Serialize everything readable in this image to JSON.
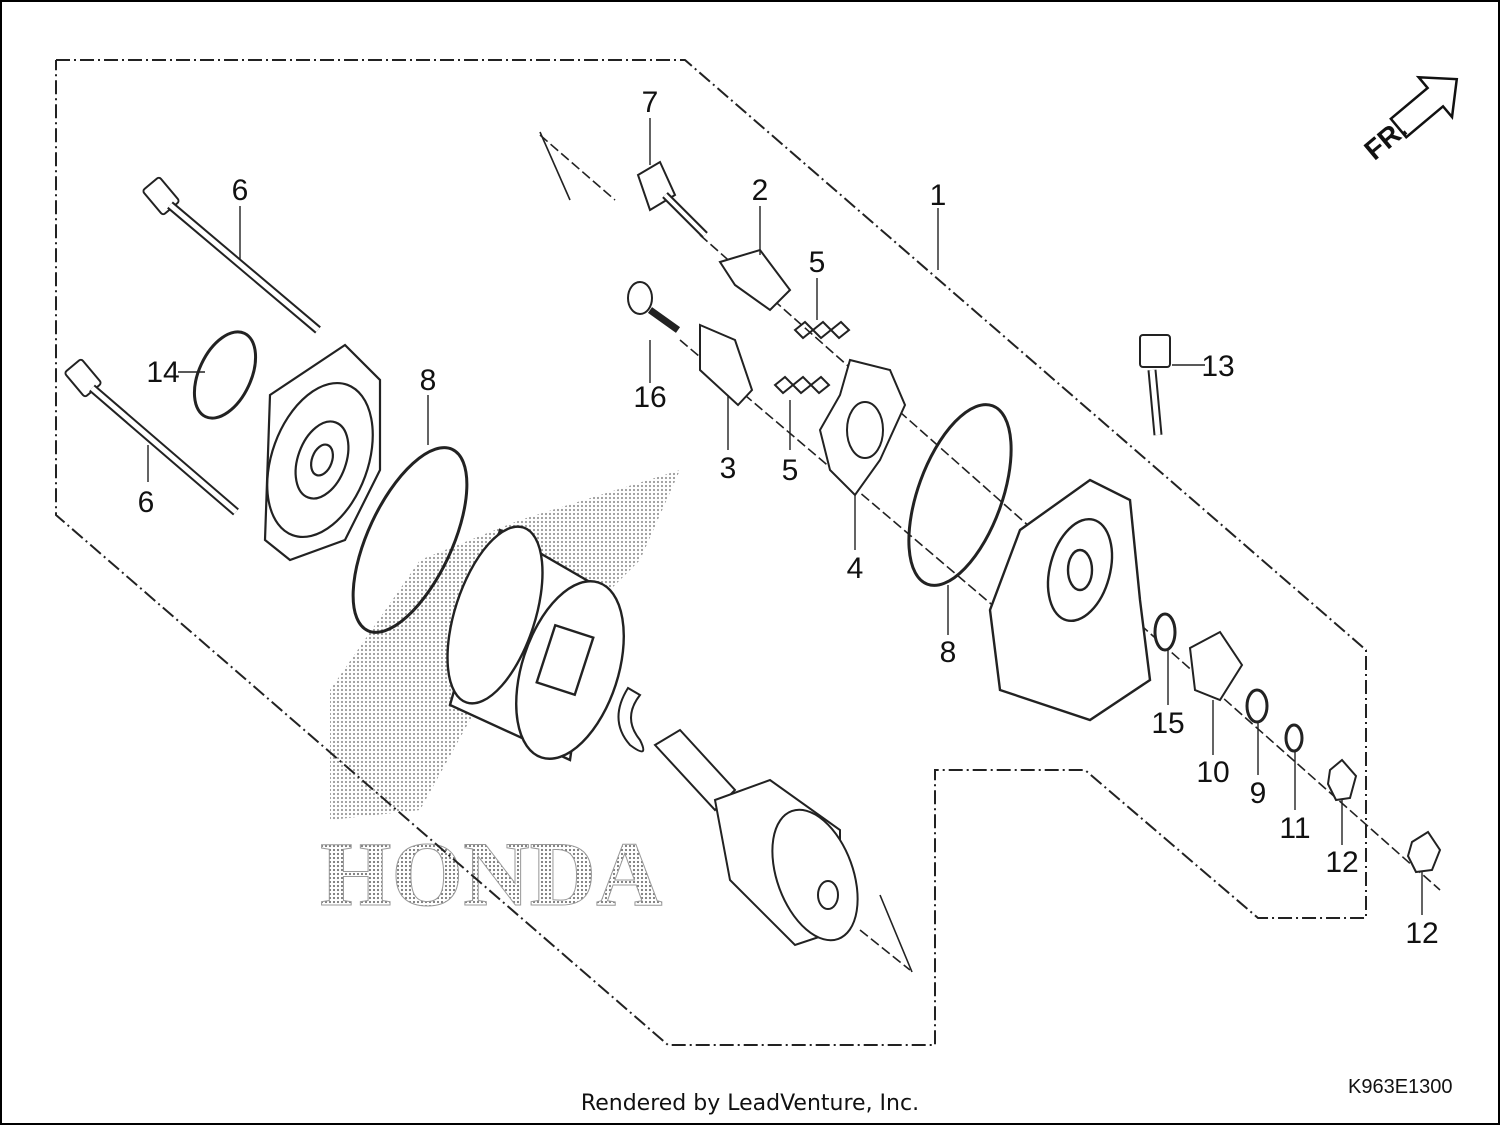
{
  "diagram": {
    "watermark": "HONDA",
    "direction_mark": "FR.",
    "part_code": "K963E1300",
    "callouts": [
      "1",
      "2",
      "3",
      "4",
      "5",
      "5",
      "6",
      "6",
      "7",
      "8",
      "8",
      "9",
      "10",
      "11",
      "12",
      "12",
      "13",
      "14",
      "15",
      "16"
    ]
  },
  "footer": {
    "credit": "Rendered by LeadVenture, Inc."
  }
}
